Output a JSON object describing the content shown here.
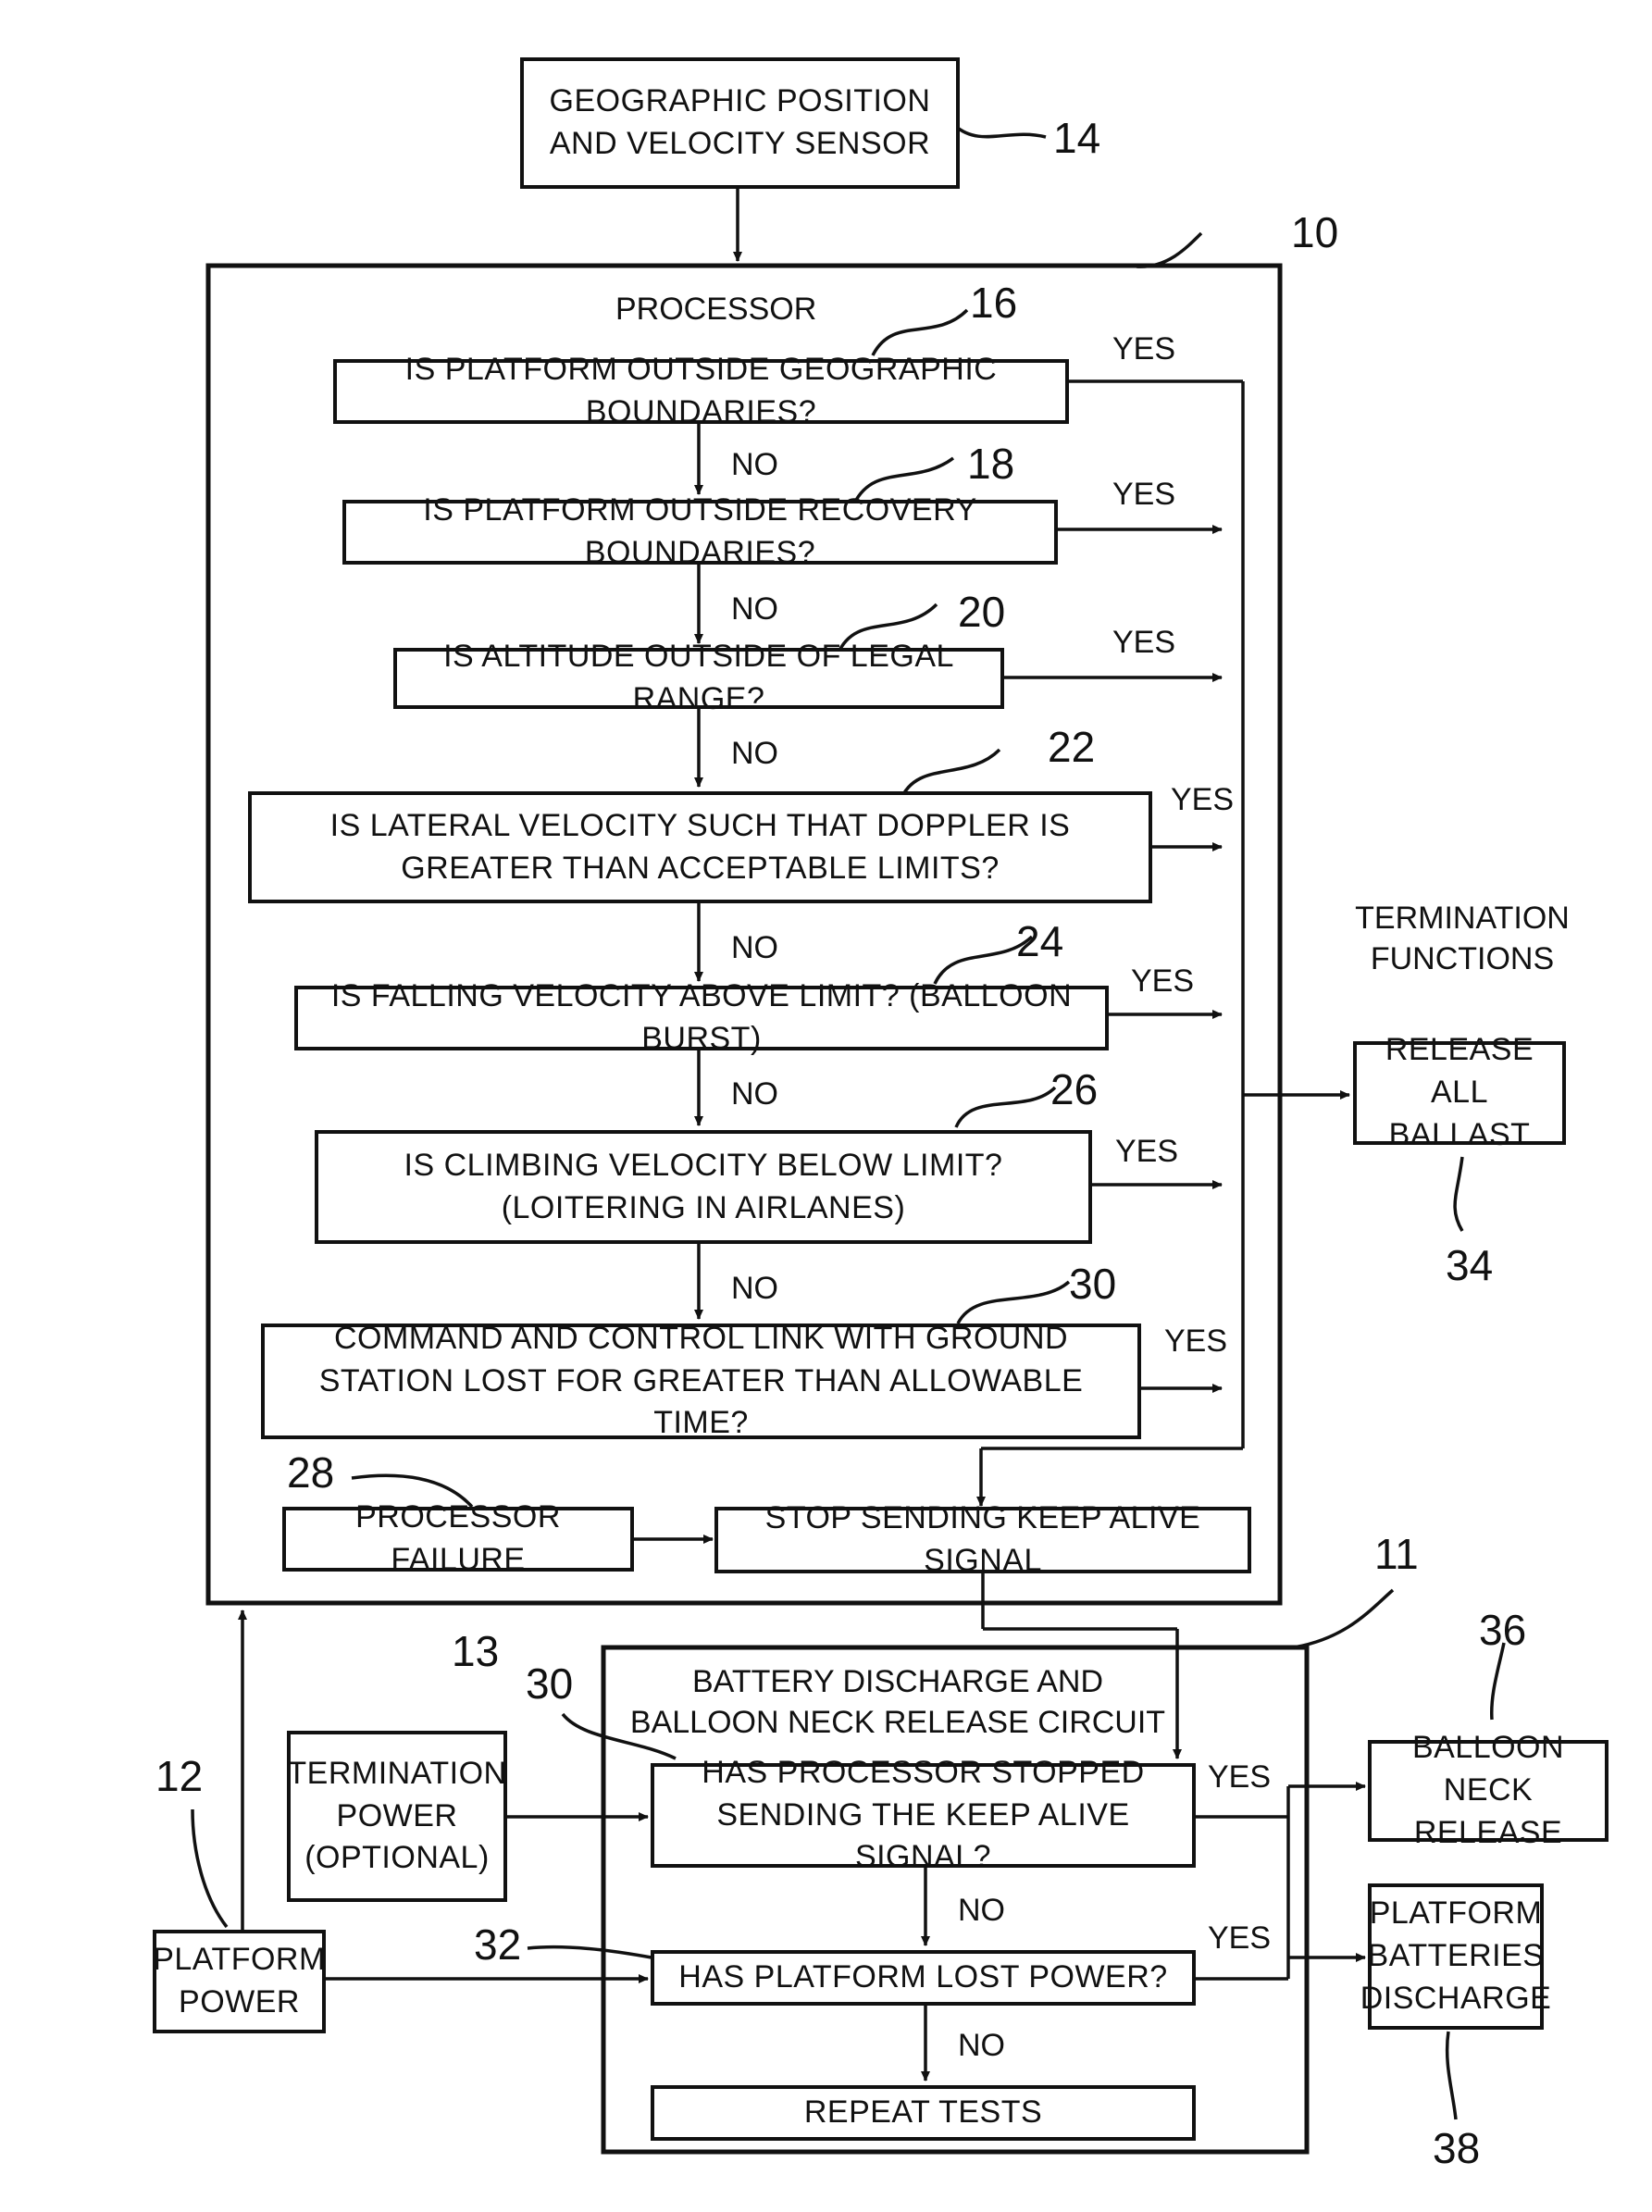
{
  "sensor": {
    "text": "GEOGRAPHIC POSITION AND VELOCITY SENSOR",
    "ref": "14"
  },
  "processor": {
    "title": "PROCESSOR",
    "ref": "10"
  },
  "decisions": [
    {
      "text": "IS PLATFORM OUTSIDE GEOGRAPHIC BOUNDARIES?",
      "ref": "16"
    },
    {
      "text": "IS PLATFORM OUTSIDE RECOVERY BOUNDARIES?",
      "ref": "18"
    },
    {
      "text": "IS ALTITUDE OUTSIDE OF LEGAL RANGE?",
      "ref": "20"
    },
    {
      "text": "IS LATERAL VELOCITY SUCH THAT DOPPLER IS GREATER THAN ACCEPTABLE LIMITS?",
      "ref": "22"
    },
    {
      "text": "IS FALLING VELOCITY ABOVE LIMIT? (BALLOON BURST)",
      "ref": "24"
    },
    {
      "text": "IS CLIMBING VELOCITY BELOW LIMIT? (LOITERING IN AIRLANES)",
      "ref": "26"
    },
    {
      "text": "COMMAND AND CONTROL LINK WITH GROUND STATION LOST FOR GREATER THAN ALLOWABLE TIME?",
      "ref": "30"
    }
  ],
  "yes_label": "YES",
  "no_label": "NO",
  "processor_failure": {
    "text": "PROCESSOR FAILURE",
    "ref": "28"
  },
  "stop_signal": {
    "text": "STOP SENDING KEEP ALIVE SIGNAL"
  },
  "termination_functions": {
    "title": "TERMINATION FUNCTIONS"
  },
  "release_ballast": {
    "text": "RELEASE ALL BALLAST",
    "ref": "34"
  },
  "circuit": {
    "title": "BATTERY DISCHARGE AND BALLOON NECK RELEASE CIRCUIT",
    "ref": "11"
  },
  "termination_power": {
    "text": "TERMINATION POWER (OPTIONAL)",
    "ref": "13"
  },
  "platform_power": {
    "text": "PLATFORM POWER",
    "ref": "12"
  },
  "keep_alive_check": {
    "text": "HAS PROCESSOR STOPPED SENDING THE KEEP ALIVE SIGNAL?",
    "ref": "30"
  },
  "power_check": {
    "text": "HAS PLATFORM LOST POWER?",
    "ref": "32"
  },
  "repeat_tests": {
    "text": "REPEAT TESTS"
  },
  "balloon_neck_release": {
    "text": "BALLOON NECK RELEASE",
    "ref": "36"
  },
  "batteries_discharge": {
    "text": "PLATFORM BATTERIES DISCHARGE",
    "ref": "38"
  }
}
